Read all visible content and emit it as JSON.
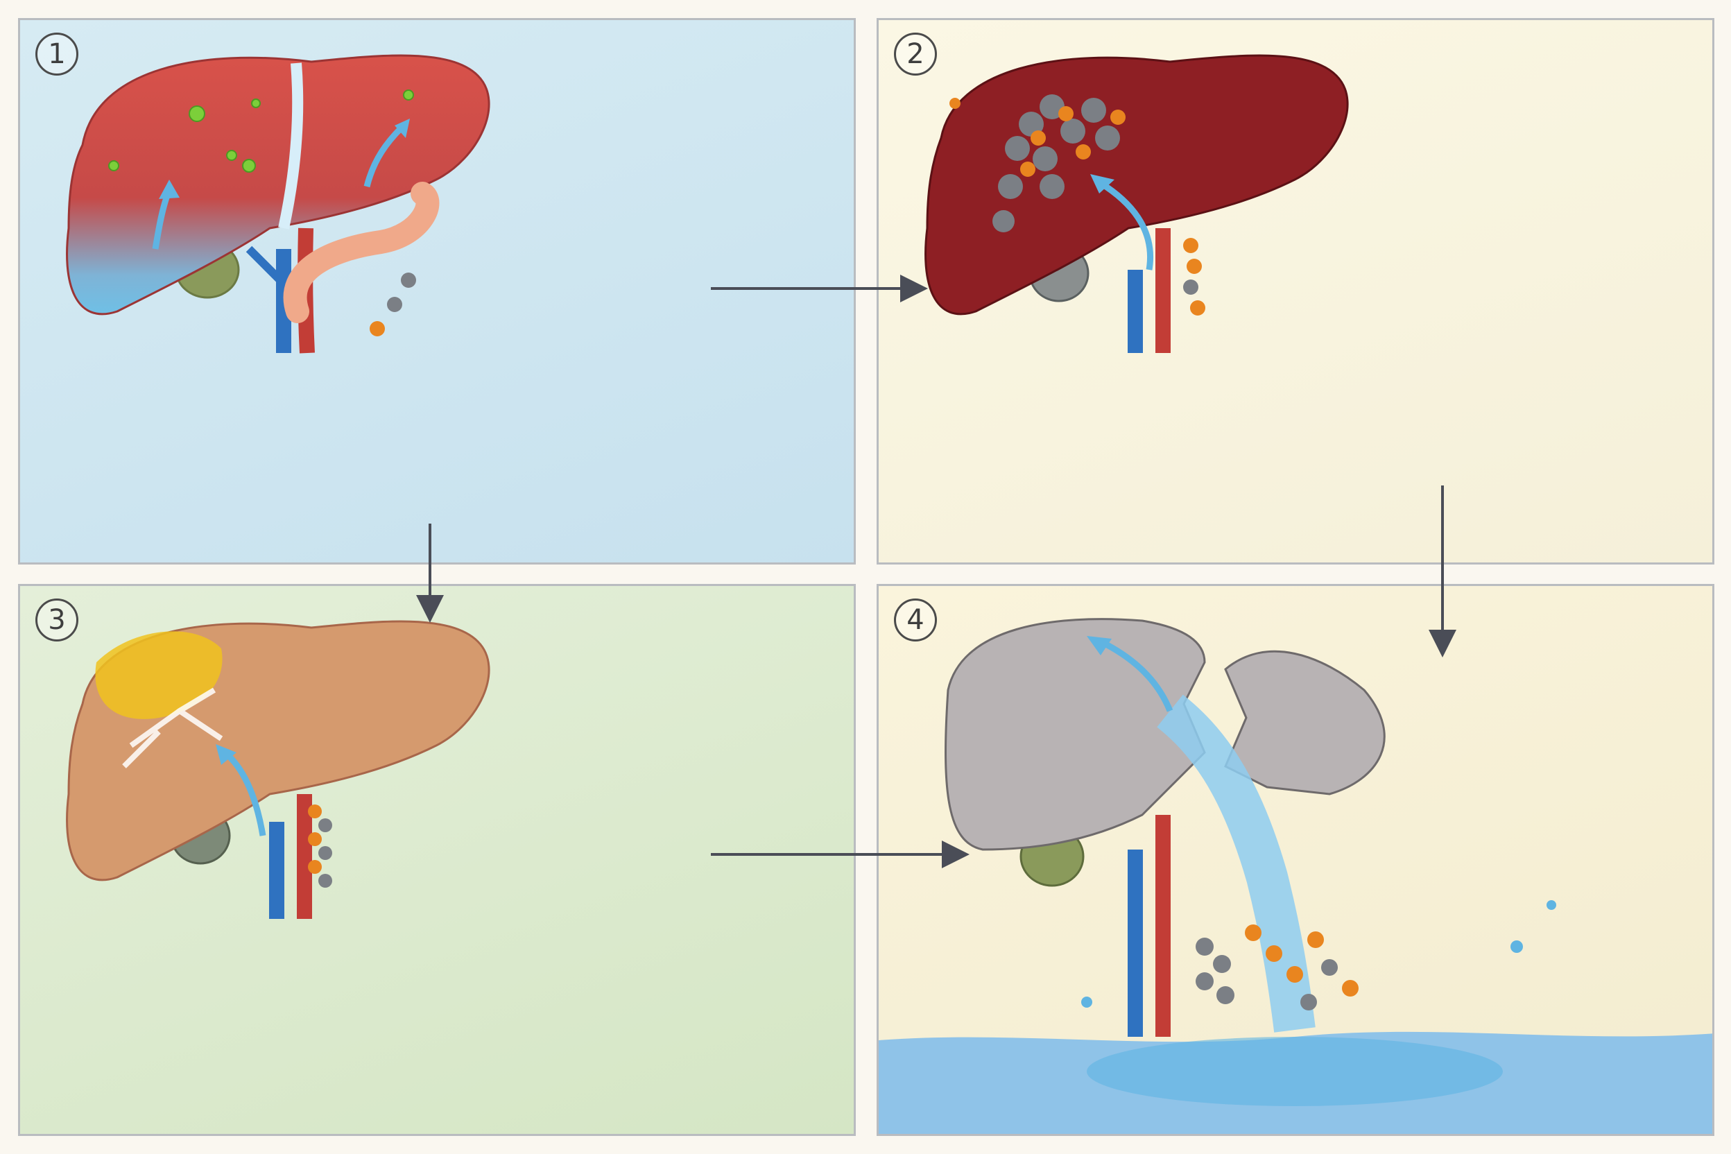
{
  "panels": [
    {
      "id": "stage-1",
      "number": "1"
    },
    {
      "id": "stage-2",
      "number": "2"
    },
    {
      "id": "stage-3",
      "number": "3"
    },
    {
      "id": "stage-4",
      "number": "4"
    }
  ],
  "colors": {
    "panel1_bg": "#cfe6f1",
    "panel2_bg": "#f8f3de",
    "panel3_bg": "#dcebcf",
    "panel4_bg": "#f7f0d6",
    "liver_healthy": "#c9463f",
    "liver_dark": "#8e1f24",
    "liver_fatty": "#d59a6e",
    "liver_stone": "#b8b3b4",
    "fluid_blue": "#5fb4e2",
    "vessel_blue": "#2f72c0",
    "vessel_red": "#c23d36",
    "particle_orange": "#e9851f",
    "particle_gray": "#7b7f85",
    "particle_green": "#7ccf3a",
    "fat_yellow": "#f0c21f",
    "arrow_gray": "#4a4d57"
  },
  "icons": [
    "circled-number-1",
    "circled-number-2",
    "circled-number-3",
    "circled-number-4",
    "arrow-right-icon",
    "arrow-down-icon"
  ]
}
